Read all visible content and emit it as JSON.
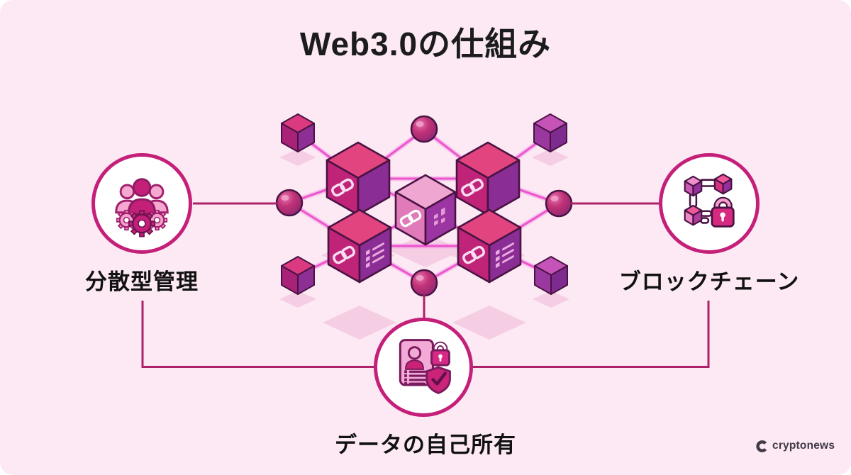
{
  "title": "Web3.0の仕組み",
  "nodes": {
    "left": {
      "label": "分散型管理",
      "icon": "people-gears-icon"
    },
    "right": {
      "label": "ブロックチェーン",
      "icon": "linked-blocks-lock-icon"
    },
    "bottom": {
      "label": "データの自己所有",
      "icon": "id-card-lock-shield-icon"
    }
  },
  "center_illustration": "blockchain-cube-network",
  "logo": {
    "text": "cryptonews",
    "icon": "cryptonews-icon"
  },
  "colors": {
    "background": "#fce9f4",
    "accent_magenta": "#c42079",
    "connector_line": "#ad2268",
    "network_glow_line": "#ec55cc",
    "cube_top": "#e2447f",
    "cube_left": "#c02478",
    "cube_right": "#8a2d94",
    "title_text": "#1c1c1e",
    "label_text": "#111111"
  }
}
